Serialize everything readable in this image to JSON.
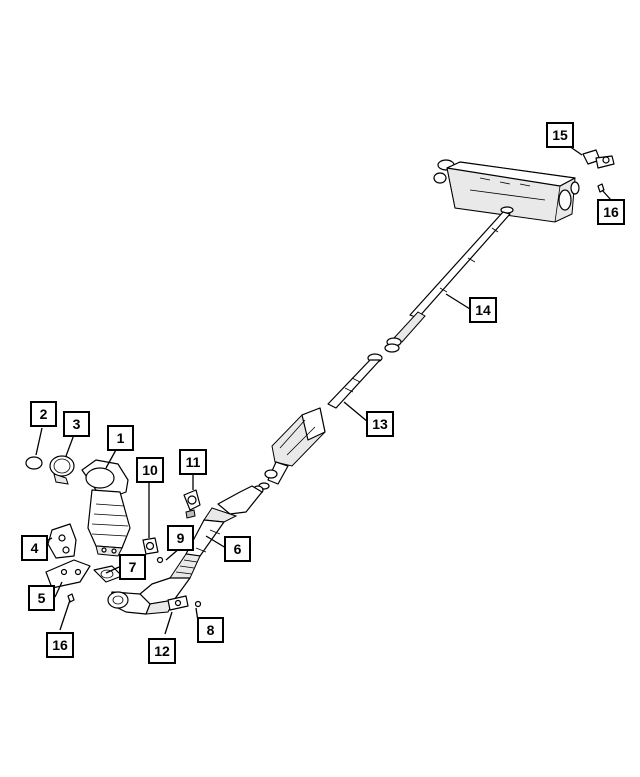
{
  "diagram": {
    "callouts": [
      "1",
      "2",
      "3",
      "4",
      "5",
      "6",
      "7",
      "8",
      "9",
      "10",
      "11",
      "12",
      "13",
      "14",
      "15",
      "16",
      "16"
    ],
    "colors": {
      "line": "#000000",
      "fill": "#ffffff",
      "shade": "#e9e9e9"
    }
  }
}
